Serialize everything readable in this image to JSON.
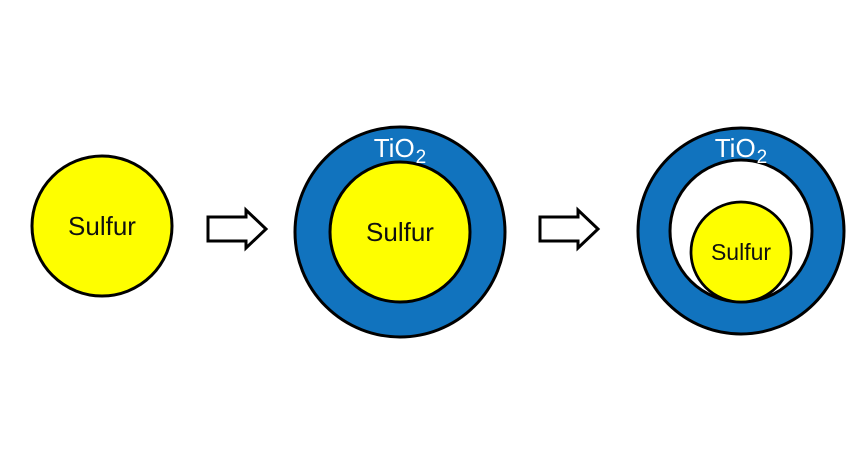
{
  "diagram": {
    "type": "process-schematic",
    "colors": {
      "background": "#FFFFFF",
      "sulfur_yellow": "#FEFE00",
      "tio2_blue": "#1173BE",
      "void_white": "#FFFFFF",
      "outline_black": "#000000",
      "shell_label_white": "#FFFFFF",
      "core_label_black": "#101010"
    },
    "stages": [
      {
        "name": "bare-sulfur-particle",
        "core_label": "Sulfur"
      },
      {
        "name": "sulfur-tio2-core-shell",
        "core_label": "Sulfur",
        "shell_label_base": "TiO",
        "shell_label_subscript": "2"
      },
      {
        "name": "sulfur-tio2-yolk-shell",
        "core_label": "Sulfur",
        "shell_label_base": "TiO",
        "shell_label_subscript": "2"
      }
    ],
    "arrows": [
      {
        "name": "step-arrow-1"
      },
      {
        "name": "step-arrow-2"
      }
    ]
  }
}
